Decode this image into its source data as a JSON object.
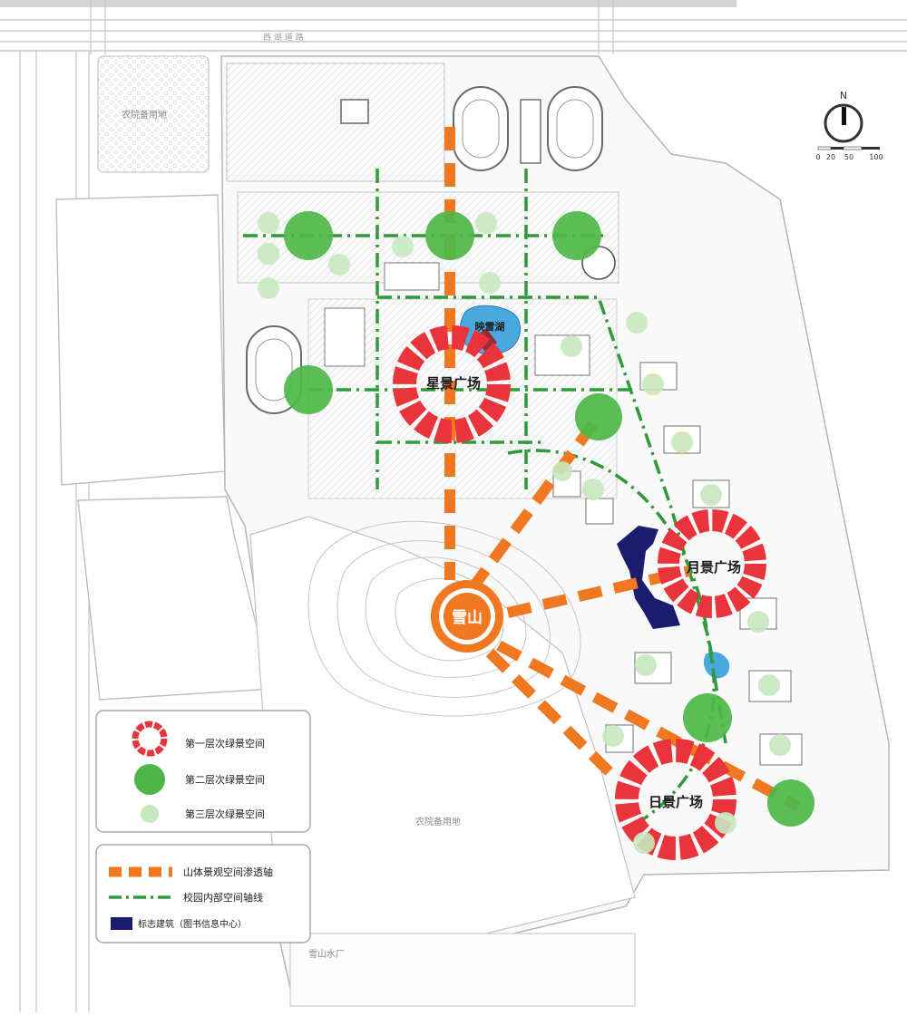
{
  "map": {
    "road_top": "西 湖 道 路",
    "reserve_top_left": "农院备用地",
    "reserve_bottom": "农院备用地",
    "water_plant": "雪山水厂",
    "lake": "映雪湖",
    "mountain": "雪山",
    "plaza_star": "星景广场",
    "plaza_moon": "月景广场",
    "plaza_sun": "日景广场"
  },
  "compass": {
    "north": "N",
    "scale": [
      "0",
      "20",
      "50",
      "100"
    ]
  },
  "legend": {
    "green_levels": [
      {
        "label": "第一层次绿景空间"
      },
      {
        "label": "第二层次绿景空间"
      },
      {
        "label": "第三层次绿景空间"
      }
    ],
    "axes": [
      {
        "label": "山体景观空间渗透轴"
      },
      {
        "label": "校园内部空间轴线"
      },
      {
        "label": "标志建筑（图书信息中心）"
      }
    ]
  },
  "colors": {
    "orange": "#f07820",
    "green_axis": "#2f9a3a",
    "green_big": "#4cb748",
    "green_light": "#c6e8bf",
    "red": "#e8343a",
    "navy": "#1c1c6e",
    "lake": "#4aa8e0"
  }
}
